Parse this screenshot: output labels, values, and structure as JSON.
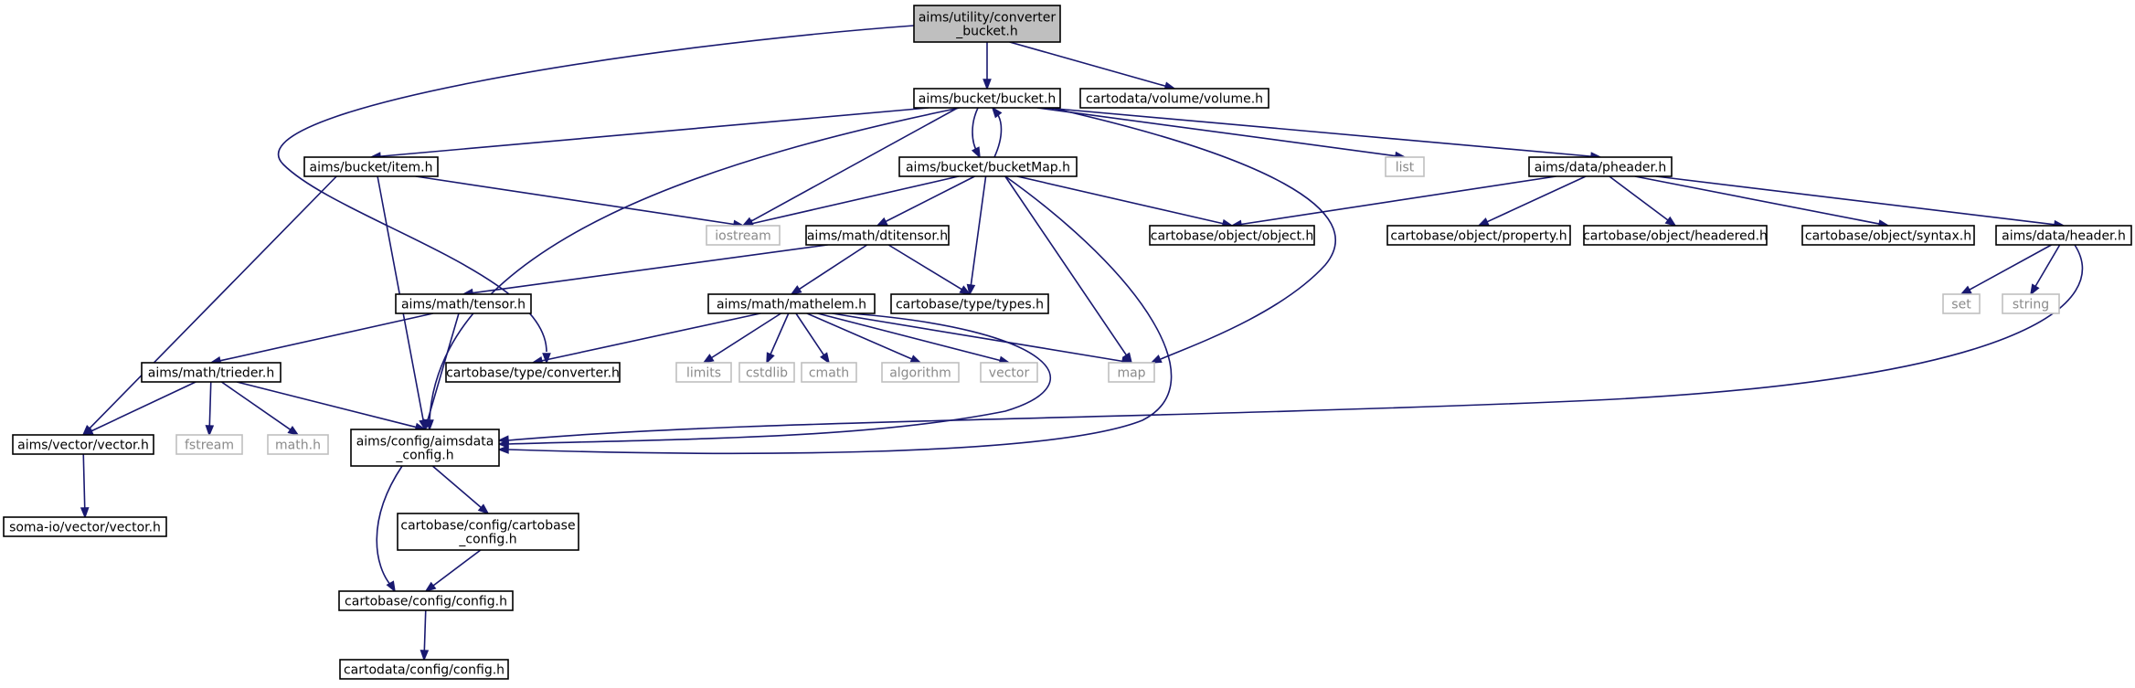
{
  "diagram": {
    "colors": {
      "edge": "#191970",
      "root_fill": "#bfbfbf",
      "node_border": "#000000",
      "system_border": "#bfbfbf",
      "system_text": "#8a8a8a"
    },
    "nodes": [
      {
        "id": "converter_bucket",
        "lines": [
          "aims/utility/converter",
          "_bucket.h"
        ],
        "kind": "root"
      },
      {
        "id": "bucket",
        "lines": [
          "aims/bucket/bucket.h"
        ],
        "kind": "primary"
      },
      {
        "id": "volume",
        "lines": [
          "cartodata/volume/volume.h"
        ],
        "kind": "primary"
      },
      {
        "id": "item",
        "lines": [
          "aims/bucket/item.h"
        ],
        "kind": "primary"
      },
      {
        "id": "bucketMap",
        "lines": [
          "aims/bucket/bucketMap.h"
        ],
        "kind": "primary"
      },
      {
        "id": "list",
        "lines": [
          "list"
        ],
        "kind": "system"
      },
      {
        "id": "pheader",
        "lines": [
          "aims/data/pheader.h"
        ],
        "kind": "primary"
      },
      {
        "id": "iostream",
        "lines": [
          "iostream"
        ],
        "kind": "system"
      },
      {
        "id": "dtitensor",
        "lines": [
          "aims/math/dtitensor.h"
        ],
        "kind": "primary"
      },
      {
        "id": "object",
        "lines": [
          "cartobase/object/object.h"
        ],
        "kind": "primary"
      },
      {
        "id": "property",
        "lines": [
          "cartobase/object/property.h"
        ],
        "kind": "primary"
      },
      {
        "id": "headered",
        "lines": [
          "cartobase/object/headered.h"
        ],
        "kind": "primary"
      },
      {
        "id": "syntax",
        "lines": [
          "cartobase/object/syntax.h"
        ],
        "kind": "primary"
      },
      {
        "id": "header",
        "lines": [
          "aims/data/header.h"
        ],
        "kind": "primary"
      },
      {
        "id": "tensor",
        "lines": [
          "aims/math/tensor.h"
        ],
        "kind": "primary"
      },
      {
        "id": "mathelem",
        "lines": [
          "aims/math/mathelem.h"
        ],
        "kind": "primary"
      },
      {
        "id": "types",
        "lines": [
          "cartobase/type/types.h"
        ],
        "kind": "primary"
      },
      {
        "id": "set",
        "lines": [
          "set"
        ],
        "kind": "system"
      },
      {
        "id": "string",
        "lines": [
          "string"
        ],
        "kind": "system"
      },
      {
        "id": "trieder",
        "lines": [
          "aims/math/trieder.h"
        ],
        "kind": "primary"
      },
      {
        "id": "converter",
        "lines": [
          "cartobase/type/converter.h"
        ],
        "kind": "primary"
      },
      {
        "id": "limits",
        "lines": [
          "limits"
        ],
        "kind": "system"
      },
      {
        "id": "cstdlib",
        "lines": [
          "cstdlib"
        ],
        "kind": "system"
      },
      {
        "id": "cmath",
        "lines": [
          "cmath"
        ],
        "kind": "system"
      },
      {
        "id": "algorithm",
        "lines": [
          "algorithm"
        ],
        "kind": "system"
      },
      {
        "id": "vector",
        "lines": [
          "vector"
        ],
        "kind": "system"
      },
      {
        "id": "map",
        "lines": [
          "map"
        ],
        "kind": "system"
      },
      {
        "id": "aims_vector",
        "lines": [
          "aims/vector/vector.h"
        ],
        "kind": "primary"
      },
      {
        "id": "fstream",
        "lines": [
          "fstream"
        ],
        "kind": "system"
      },
      {
        "id": "math_h",
        "lines": [
          "math.h"
        ],
        "kind": "system"
      },
      {
        "id": "aimsdata_config",
        "lines": [
          "aims/config/aimsdata",
          "_config.h"
        ],
        "kind": "primary"
      },
      {
        "id": "soma_vector",
        "lines": [
          "soma-io/vector/vector.h"
        ],
        "kind": "primary"
      },
      {
        "id": "cartobase_config",
        "lines": [
          "cartobase/config/cartobase",
          "_config.h"
        ],
        "kind": "primary"
      },
      {
        "id": "config",
        "lines": [
          "cartobase/config/config.h"
        ],
        "kind": "primary"
      },
      {
        "id": "cartodata_config",
        "lines": [
          "cartodata/config/config.h"
        ],
        "kind": "primary"
      }
    ],
    "edges": [
      {
        "from": "converter_bucket",
        "to": "bucket"
      },
      {
        "from": "converter_bucket",
        "to": "volume"
      },
      {
        "from": "converter_bucket",
        "to": "converter"
      },
      {
        "from": "bucket",
        "to": "item"
      },
      {
        "from": "bucket",
        "to": "bucketMap"
      },
      {
        "from": "bucket",
        "to": "list"
      },
      {
        "from": "bucket",
        "to": "pheader"
      },
      {
        "from": "bucket",
        "to": "iostream"
      },
      {
        "from": "bucket",
        "to": "map"
      },
      {
        "from": "bucket",
        "to": "aimsdata_config"
      },
      {
        "from": "bucketMap",
        "to": "bucket"
      },
      {
        "from": "bucketMap",
        "to": "iostream"
      },
      {
        "from": "bucketMap",
        "to": "dtitensor"
      },
      {
        "from": "bucketMap",
        "to": "object"
      },
      {
        "from": "bucketMap",
        "to": "types"
      },
      {
        "from": "bucketMap",
        "to": "map"
      },
      {
        "from": "bucketMap",
        "to": "aimsdata_config"
      },
      {
        "from": "item",
        "to": "iostream"
      },
      {
        "from": "item",
        "to": "aims_vector"
      },
      {
        "from": "item",
        "to": "aimsdata_config"
      },
      {
        "from": "pheader",
        "to": "object"
      },
      {
        "from": "pheader",
        "to": "property"
      },
      {
        "from": "pheader",
        "to": "headered"
      },
      {
        "from": "pheader",
        "to": "syntax"
      },
      {
        "from": "pheader",
        "to": "header"
      },
      {
        "from": "header",
        "to": "set"
      },
      {
        "from": "header",
        "to": "string"
      },
      {
        "from": "header",
        "to": "aimsdata_config"
      },
      {
        "from": "dtitensor",
        "to": "tensor"
      },
      {
        "from": "dtitensor",
        "to": "mathelem"
      },
      {
        "from": "dtitensor",
        "to": "types"
      },
      {
        "from": "tensor",
        "to": "trieder"
      },
      {
        "from": "tensor",
        "to": "aimsdata_config"
      },
      {
        "from": "mathelem",
        "to": "converter"
      },
      {
        "from": "mathelem",
        "to": "limits"
      },
      {
        "from": "mathelem",
        "to": "cstdlib"
      },
      {
        "from": "mathelem",
        "to": "cmath"
      },
      {
        "from": "mathelem",
        "to": "algorithm"
      },
      {
        "from": "mathelem",
        "to": "vector"
      },
      {
        "from": "mathelem",
        "to": "map"
      },
      {
        "from": "mathelem",
        "to": "aimsdata_config"
      },
      {
        "from": "trieder",
        "to": "aims_vector"
      },
      {
        "from": "trieder",
        "to": "fstream"
      },
      {
        "from": "trieder",
        "to": "math_h"
      },
      {
        "from": "trieder",
        "to": "aimsdata_config"
      },
      {
        "from": "aims_vector",
        "to": "soma_vector"
      },
      {
        "from": "aimsdata_config",
        "to": "cartobase_config"
      },
      {
        "from": "aimsdata_config",
        "to": "config"
      },
      {
        "from": "cartobase_config",
        "to": "config"
      },
      {
        "from": "config",
        "to": "cartodata_config"
      }
    ]
  }
}
